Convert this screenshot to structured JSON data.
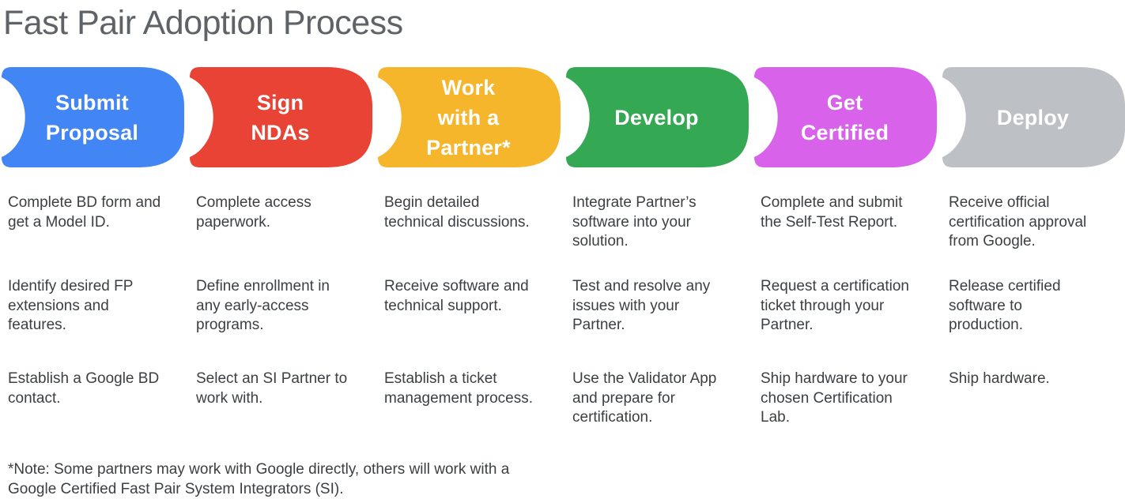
{
  "title": "Fast Pair Adoption Process",
  "footnote": "*Note: Some partners may work with Google directly, others will work with a\nGoogle Certified Fast Pair System Integrators (SI).",
  "colors": {
    "title_text": "#5f6368",
    "body_text": "#3c4043",
    "step_label_text": "#ffffff"
  },
  "steps": [
    {
      "label": "Submit\nProposal",
      "color": "#4285F4",
      "tasks": [
        "Complete BD form and\nget a Model ID.",
        "Identify desired FP\nextensions and\nfeatures.",
        "Establish a Google BD\ncontact."
      ]
    },
    {
      "label": "Sign\nNDAs",
      "color": "#E94335",
      "tasks": [
        "Complete access\npaperwork.",
        "Define enrollment in\nany early-access\nprograms.",
        "Select an SI Partner to\nwork with."
      ]
    },
    {
      "label": "Work\nwith a\nPartner*",
      "color": "#F5B62C",
      "tasks": [
        "Begin detailed\ntechnical discussions.",
        "Receive software and\ntechnical support.",
        "Establish a ticket\nmanagement process."
      ]
    },
    {
      "label": "Develop",
      "color": "#34A853",
      "tasks": [
        "Integrate Partner’s\nsoftware into your\nsolution.",
        "Test and resolve any\nissues with your\nPartner.",
        "Use the Validator App\nand prepare for\ncertification."
      ]
    },
    {
      "label": "Get\nCertified",
      "color": "#D962EA",
      "tasks": [
        "Complete and submit\nthe Self-Test Report.",
        "Request a certification\nticket through your\nPartner.",
        "Ship hardware to your\nchosen Certification\nLab."
      ]
    },
    {
      "label": "Deploy",
      "color": "#BDC1C6",
      "tasks": [
        "Receive official\ncertification approval\nfrom Google.",
        "Release certified\nsoftware to\nproduction.",
        "Ship hardware."
      ]
    }
  ]
}
